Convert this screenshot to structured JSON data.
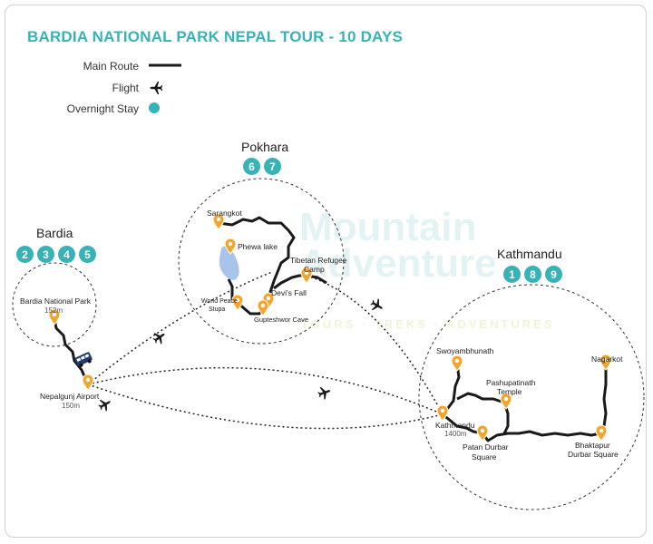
{
  "title": "BARDIA NATIONAL PARK NEPAL TOUR - 10 DAYS",
  "legend": {
    "main_route": "Main Route",
    "flight": "Flight",
    "overnight": "Overnight Stay"
  },
  "watermark": {
    "line1": "Mountain",
    "line2": "Adventure",
    "line3": "TOURS · TREKS · ADVENTURES"
  },
  "regions": {
    "bardia": {
      "name": "Bardia",
      "days": [
        "2",
        "3",
        "4",
        "5"
      ]
    },
    "pokhara": {
      "name": "Pokhara",
      "days": [
        "6",
        "7"
      ]
    },
    "kathmandu": {
      "name": "Kathmandu",
      "days": [
        "1",
        "8",
        "9"
      ]
    }
  },
  "places": {
    "bardia_np": {
      "name": "Bardia National Park",
      "alt": "152m"
    },
    "nepalgunj": {
      "name": "Nepalgunj Airport",
      "alt": "150m"
    },
    "sarangkot": "Sarangkot",
    "phewa": "Phewa lake",
    "tibetan": [
      "Tibetan Refugee",
      "Camp"
    ],
    "devis": "Devi's Fall",
    "world_peace": [
      "World Peace",
      "Stupa"
    ],
    "gupteshwor": "Gupteshwor Cave",
    "swoyambhu": "Swoyambhunath",
    "pashupati": [
      "Pashupatinath",
      "Temple"
    ],
    "kathmandu": {
      "name": "Kathmandu",
      "alt": "1400m"
    },
    "patan": [
      "Patan Durbar",
      "Square"
    ],
    "bhaktapur": [
      "Bhaktapur",
      "Durbar Square"
    ],
    "nagarkot": "Nagarkot"
  },
  "colors": {
    "accent": "#37b2b6",
    "pin": "#f3a52b",
    "route": "#1a1a1a",
    "lake": "#a9c4ea"
  }
}
